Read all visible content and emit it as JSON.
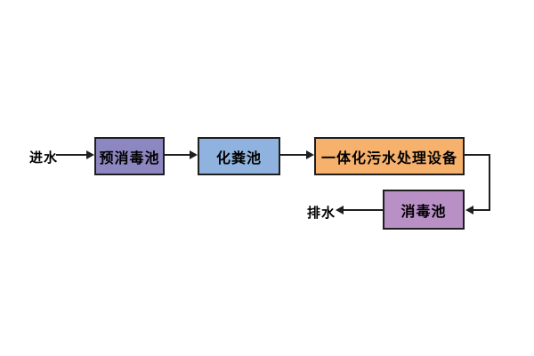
{
  "diagram": {
    "background": "#ffffff",
    "line_color": "#1f1f1f",
    "text_color": "#000000",
    "labels": {
      "inlet": "进水",
      "outlet": "排水"
    },
    "nodes": [
      {
        "id": "pre-disinfection-tank",
        "label": "预消毒池",
        "fill": "#8d87c1"
      },
      {
        "id": "septic-tank",
        "label": "化粪池",
        "fill": "#8fb3de"
      },
      {
        "id": "integrated-sewage-treatment-equipment",
        "label": "一体化污水处理设备",
        "fill": "#f6b16c"
      },
      {
        "id": "disinfection-tank",
        "label": "消毒池",
        "fill": "#b990c6"
      }
    ],
    "edges": [
      {
        "from": "进水",
        "to": "预消毒池"
      },
      {
        "from": "预消毒池",
        "to": "化粪池"
      },
      {
        "from": "化粪池",
        "to": "一体化污水处理设备"
      },
      {
        "from": "一体化污水处理设备",
        "to": "消毒池"
      },
      {
        "from": "消毒池",
        "to": "排水"
      }
    ]
  }
}
